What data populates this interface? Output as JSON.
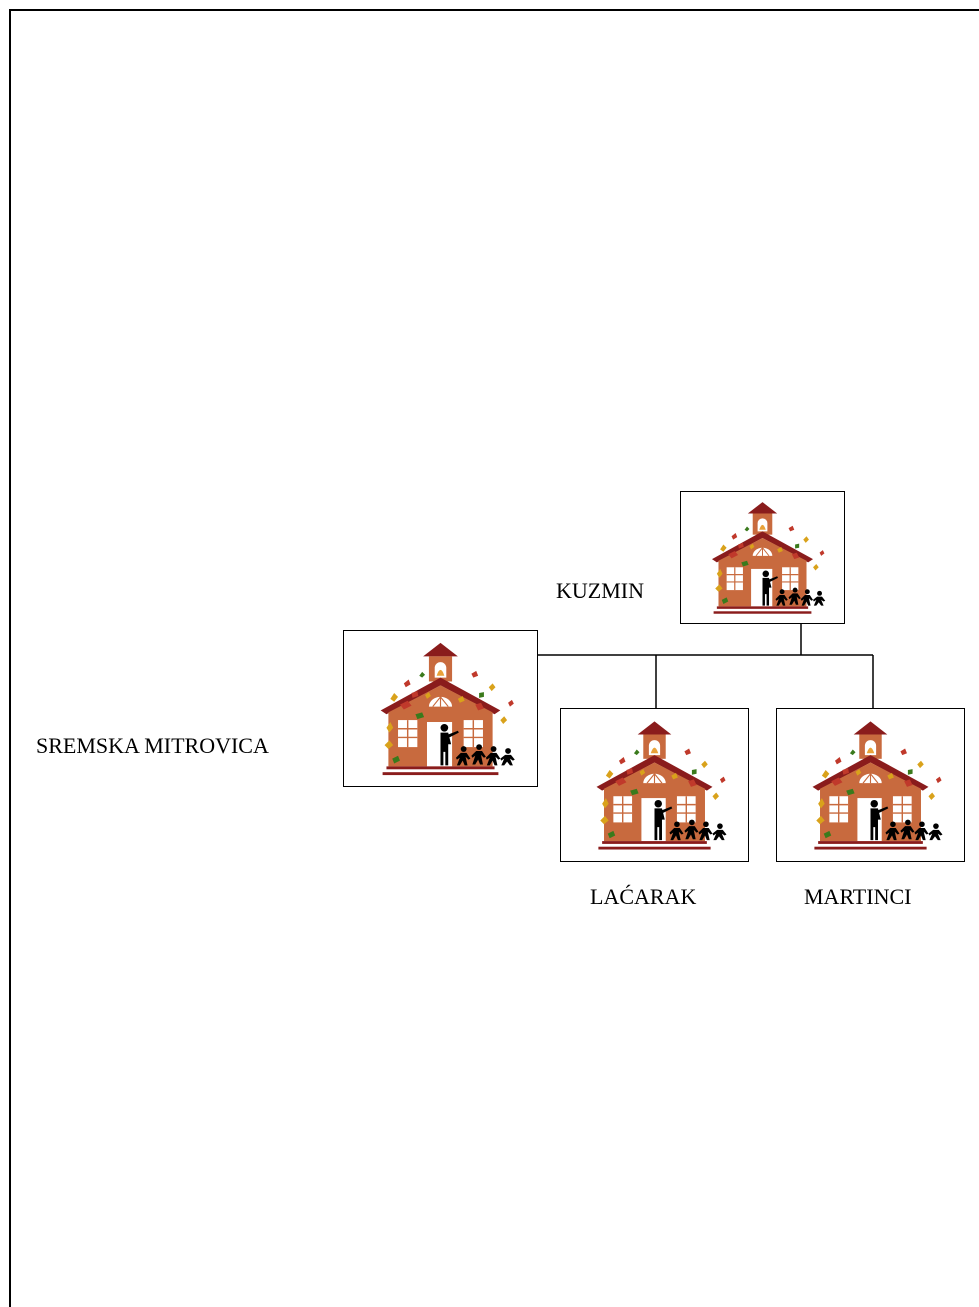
{
  "nodes": {
    "kuzmin": {
      "label": "KUZMIN"
    },
    "sremska_mitrovica": {
      "label": "SREMSKA MITROVICA"
    },
    "lacarak": {
      "label": "LAĆARAK"
    },
    "martinci": {
      "label": "MARTINCI"
    }
  },
  "colors": {
    "brick": "#c86a3e",
    "roof": "#8a1c1c",
    "bell": "#e8a23a",
    "leaf_red": "#c0392b",
    "leaf_yellow": "#d9a21b",
    "leaf_green": "#3a7a1c"
  },
  "icon": "schoolhouse-icon"
}
